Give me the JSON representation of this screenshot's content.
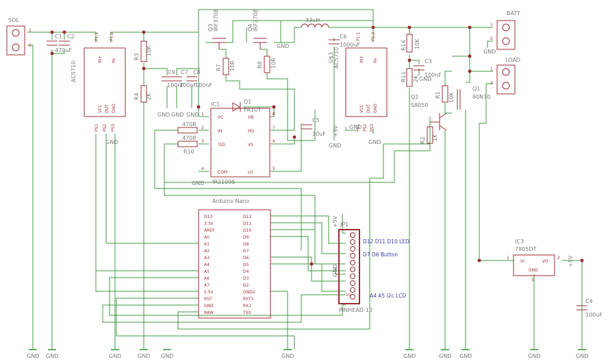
{
  "colors": {
    "net": "#3f9a3f",
    "part": "#9b2d33",
    "label": "#7a7a7a",
    "pin": "#9b2d33",
    "note": "#3a3aa8"
  },
  "connectors": {
    "sol": {
      "name": "SOL",
      "pins": [
        "1",
        "2"
      ]
    },
    "batt": {
      "name": "BATT",
      "pins": [
        "1",
        "2"
      ]
    },
    "load": {
      "name": "LOAD",
      "pins": [
        "1",
        "2"
      ]
    }
  },
  "ics": {
    "acs_left": {
      "ref": "AC5710",
      "pin_in_p": "IN+",
      "pin_in_n": "IN-",
      "pin_p1": "P1.1",
      "pin_p2": "P1.2",
      "pin_vcc": "VCC",
      "pin_out": "OUT",
      "pin_gnd": "GND",
      "pin_ps1": "PS1",
      "pin_ps2": "PS2",
      "pin_ps3": "PS3"
    },
    "acs_right": {
      "ref": "U$3",
      "value": "AC5710",
      "pin_in_p": "IN+",
      "pin_in_n": "IN-",
      "pin_p1": "P1.1",
      "pin_p2": "P1.2",
      "pin_vcc": "VCC",
      "pin_out": "OUT",
      "pin_gnd": "GND",
      "pin_ps1": "PS1",
      "pin_ps2": "PS2",
      "pin_ps3": "PS3"
    },
    "driver": {
      "ref": "IC1",
      "value": "IR2109S",
      "pins_left": [
        "VC",
        "IN",
        "!SD",
        "COM"
      ],
      "pins_right": [
        "VB",
        "HO",
        "VS",
        "LO"
      ],
      "nums_left": [
        "1",
        "2",
        "3",
        "4"
      ],
      "nums_right": [
        "8",
        "7",
        "6",
        "5"
      ]
    },
    "reg": {
      "ref": "IC3",
      "value": "7805DT",
      "vi": "VI",
      "vo": "VO",
      "gnd": "GND",
      "n1": "1",
      "n2": "2",
      "n3": "3"
    },
    "nano": {
      "title": "Arduino Nano",
      "left": [
        "D13",
        "3.3V",
        "AREF",
        "A0",
        "A1",
        "A2",
        "A3",
        "A4",
        "A5",
        "A6",
        "A7",
        "5.5V",
        "RST",
        "GND",
        "RAW"
      ],
      "right": [
        "D12",
        "D11",
        "D10",
        "D9",
        "D8",
        "D7",
        "D6",
        "D5",
        "D4",
        "D3",
        "D2",
        "GND2",
        "RST1",
        "RX1",
        "TX0"
      ]
    },
    "header": {
      "ref": "JP1",
      "value": "PINHEAD-10",
      "pin1": "1",
      "pin10": "10"
    }
  },
  "parts": {
    "c1": {
      "ref": "C1"
    },
    "c2": {
      "ref": "C2"
    },
    "c2v": {
      "value": "470uF"
    },
    "r3": {
      "ref": "R3",
      "value": "10K"
    },
    "r4": {
      "ref": "R4",
      "value": "2K"
    },
    "c9": {
      "ref": "C9",
      "value": "100nF"
    },
    "c7": {
      "ref": "C7",
      "value": "100nF"
    },
    "c8": {
      "ref": "C8",
      "value": "100nF"
    },
    "q3": {
      "ref": "Q3",
      "value": "IRF3708"
    },
    "q4": {
      "ref": "Q4",
      "value": "IRF3708"
    },
    "r7": {
      "ref": "R7",
      "value": "10R"
    },
    "r8": {
      "ref": "R8",
      "value": "10R"
    },
    "l1": {
      "value": "33uH"
    },
    "c6": {
      "ref": "C6",
      "value": "1000uF"
    },
    "d1": {
      "ref": "D1",
      "value": "FR107"
    },
    "c5": {
      "ref": "C5",
      "value": "10uF"
    },
    "r9": {
      "value": "470R"
    },
    "r10": {
      "ref": "R10",
      "value": "470R"
    },
    "r14": {
      "ref": "R14",
      "value": "10K"
    },
    "r11": {
      "ref": "R11",
      "value": "2K"
    },
    "c3": {
      "ref": "C3",
      "value": "100nF"
    },
    "q2": {
      "ref": "Q2",
      "value": "S8050"
    },
    "r1": {
      "ref": "R1",
      "value": "10K"
    },
    "q1": {
      "ref": "Q1",
      "value": "80N70"
    },
    "r2": {
      "ref": "R2",
      "value": "1K"
    },
    "c4": {
      "ref": "C4",
      "value": "100uF"
    }
  },
  "supply": {
    "gnd": "GND",
    "plus5v": "+5V"
  },
  "notes": {
    "leds": "D12 D11 D10 LED",
    "button": "D7 D6 Button",
    "lcd": "A4 A5 i2c LCD"
  }
}
